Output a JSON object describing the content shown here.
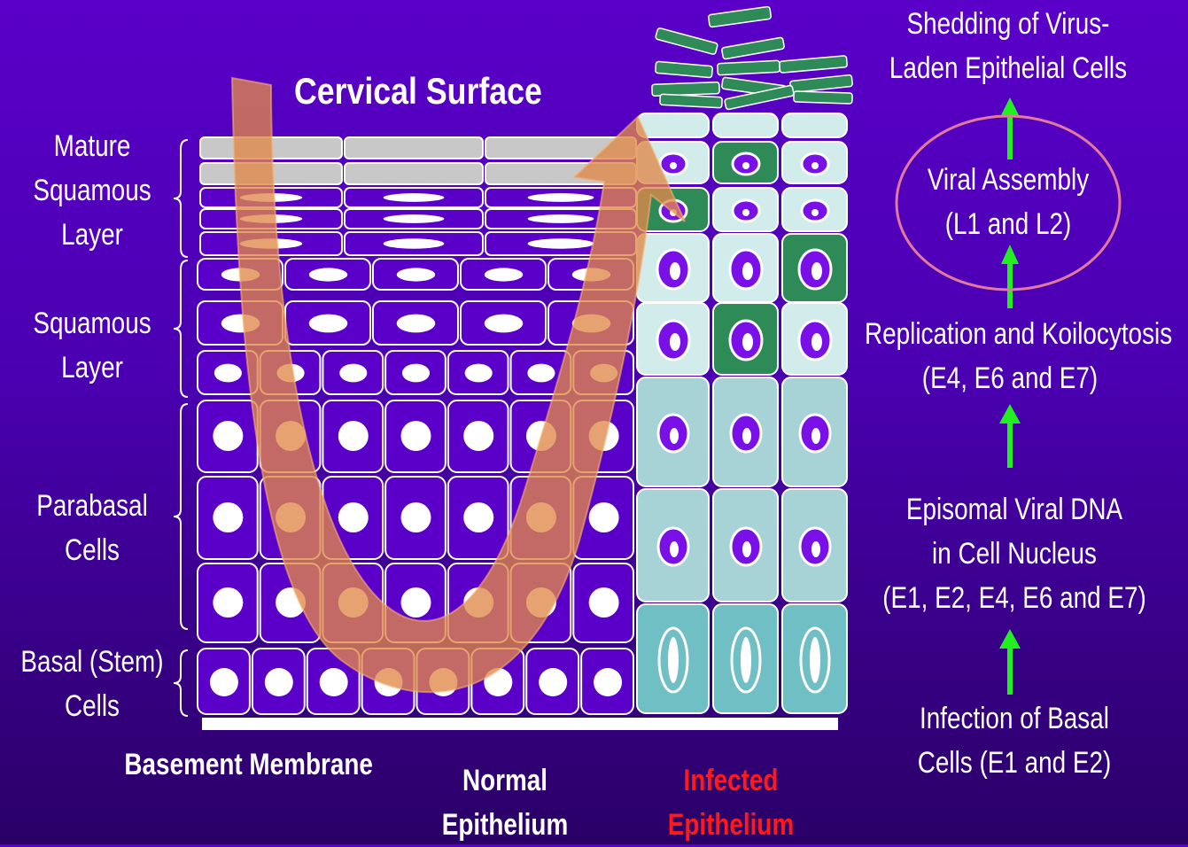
{
  "title": "Cervical Surface",
  "layers": {
    "mature_squamous": [
      "Mature",
      "Squamous",
      "Layer"
    ],
    "squamous": [
      "Squamous",
      "Layer"
    ],
    "parabasal": [
      "Parabasal",
      "Cells"
    ],
    "basal": [
      "Basal (Stem)",
      "Cells"
    ]
  },
  "bottom": {
    "basement_membrane": "Basement Membrane",
    "normal": [
      "Normal",
      "Epithelium"
    ],
    "infected": [
      "Infected",
      "Epithelium"
    ]
  },
  "stages": {
    "shedding": [
      "Shedding of Virus-",
      "Laden Epithelial Cells"
    ],
    "assembly": [
      "Viral Assembly",
      "(L1 and L2)"
    ],
    "replication": [
      "Replication and Koilocytosis",
      "(E4, E6 and E7)"
    ],
    "episomal": [
      "Episomal Viral DNA",
      "in Cell Nucleus",
      "(E1, E2, E4, E6 and E7)"
    ],
    "infection": [
      "Infection of Basal",
      "Cells (E1 and E2)"
    ]
  },
  "colors": {
    "background_top": "#5a00c8",
    "background_bottom": "#2a0066",
    "cell_purple": "#5b00c8",
    "infected_pale": "#d2ecec",
    "infected_mid": "#a7d3d6",
    "infected_basal": "#6fbfc4",
    "koilocyte_green": "#2e8b57",
    "arrow_green": "#22ee22",
    "oval_pink": "#e37a9c",
    "u_arrow": "#e0884a",
    "infected_text": "#ff1a1a"
  }
}
